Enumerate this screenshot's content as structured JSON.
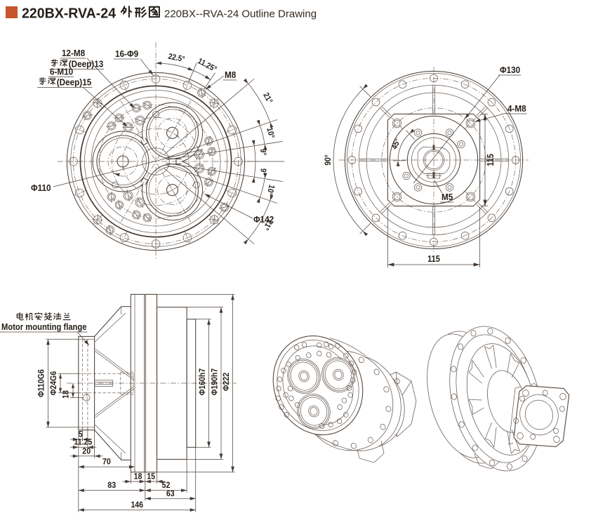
{
  "accent_color": "#c9552c",
  "line_color": "#55493f",
  "header": {
    "title_model": "220BX-RVA-24",
    "title_zh": "外形图",
    "title_en": "220BX--RVA-24 Outline Drawing",
    "title_full": "220BX-RVA-24 外形图 220BX--RVA-24 Outline Drawing"
  },
  "front_view": {
    "labels": {
      "bolts12": "12-M8",
      "depth13": "牙深(Deep)13",
      "bolts6": "6-M10",
      "depth15": "牙深(Deep)15",
      "holes16": "16-Φ9",
      "angle_22_5": "22.5°",
      "angle_11_25": "11.25°",
      "m8": "M8",
      "dia110": "Φ110",
      "dia142": "Φ142",
      "angle21_top": "21°",
      "angle10_top": "10°",
      "angle9_top": "9°",
      "ang9_bot": "9°",
      "angle10_bot": "10°",
      "angle21_bot": "21°"
    }
  },
  "back_view": {
    "labels": {
      "dia130": "Φ130",
      "bolts4": "4-M8",
      "angle45": "45°",
      "angle90": "90°",
      "m5": "M5",
      "width115_right": "115",
      "width115_bottom": "115"
    }
  },
  "side_view": {
    "labels": {
      "flange_zh": "电机安装法兰",
      "flange_en": "Motor mounting flange",
      "dia110g6": "Φ110G6",
      "dia24g6": "Φ24G6",
      "off18": "18",
      "d5": "5",
      "d11_25": "11.25",
      "d20": "20",
      "d70": "70",
      "d83": "83",
      "d18": "18",
      "d15": "15",
      "d52": "52",
      "d63": "63",
      "d146": "146",
      "dia160": "Φ160h7",
      "dia190": "Φ190h7",
      "dia222": "Φ222"
    }
  }
}
